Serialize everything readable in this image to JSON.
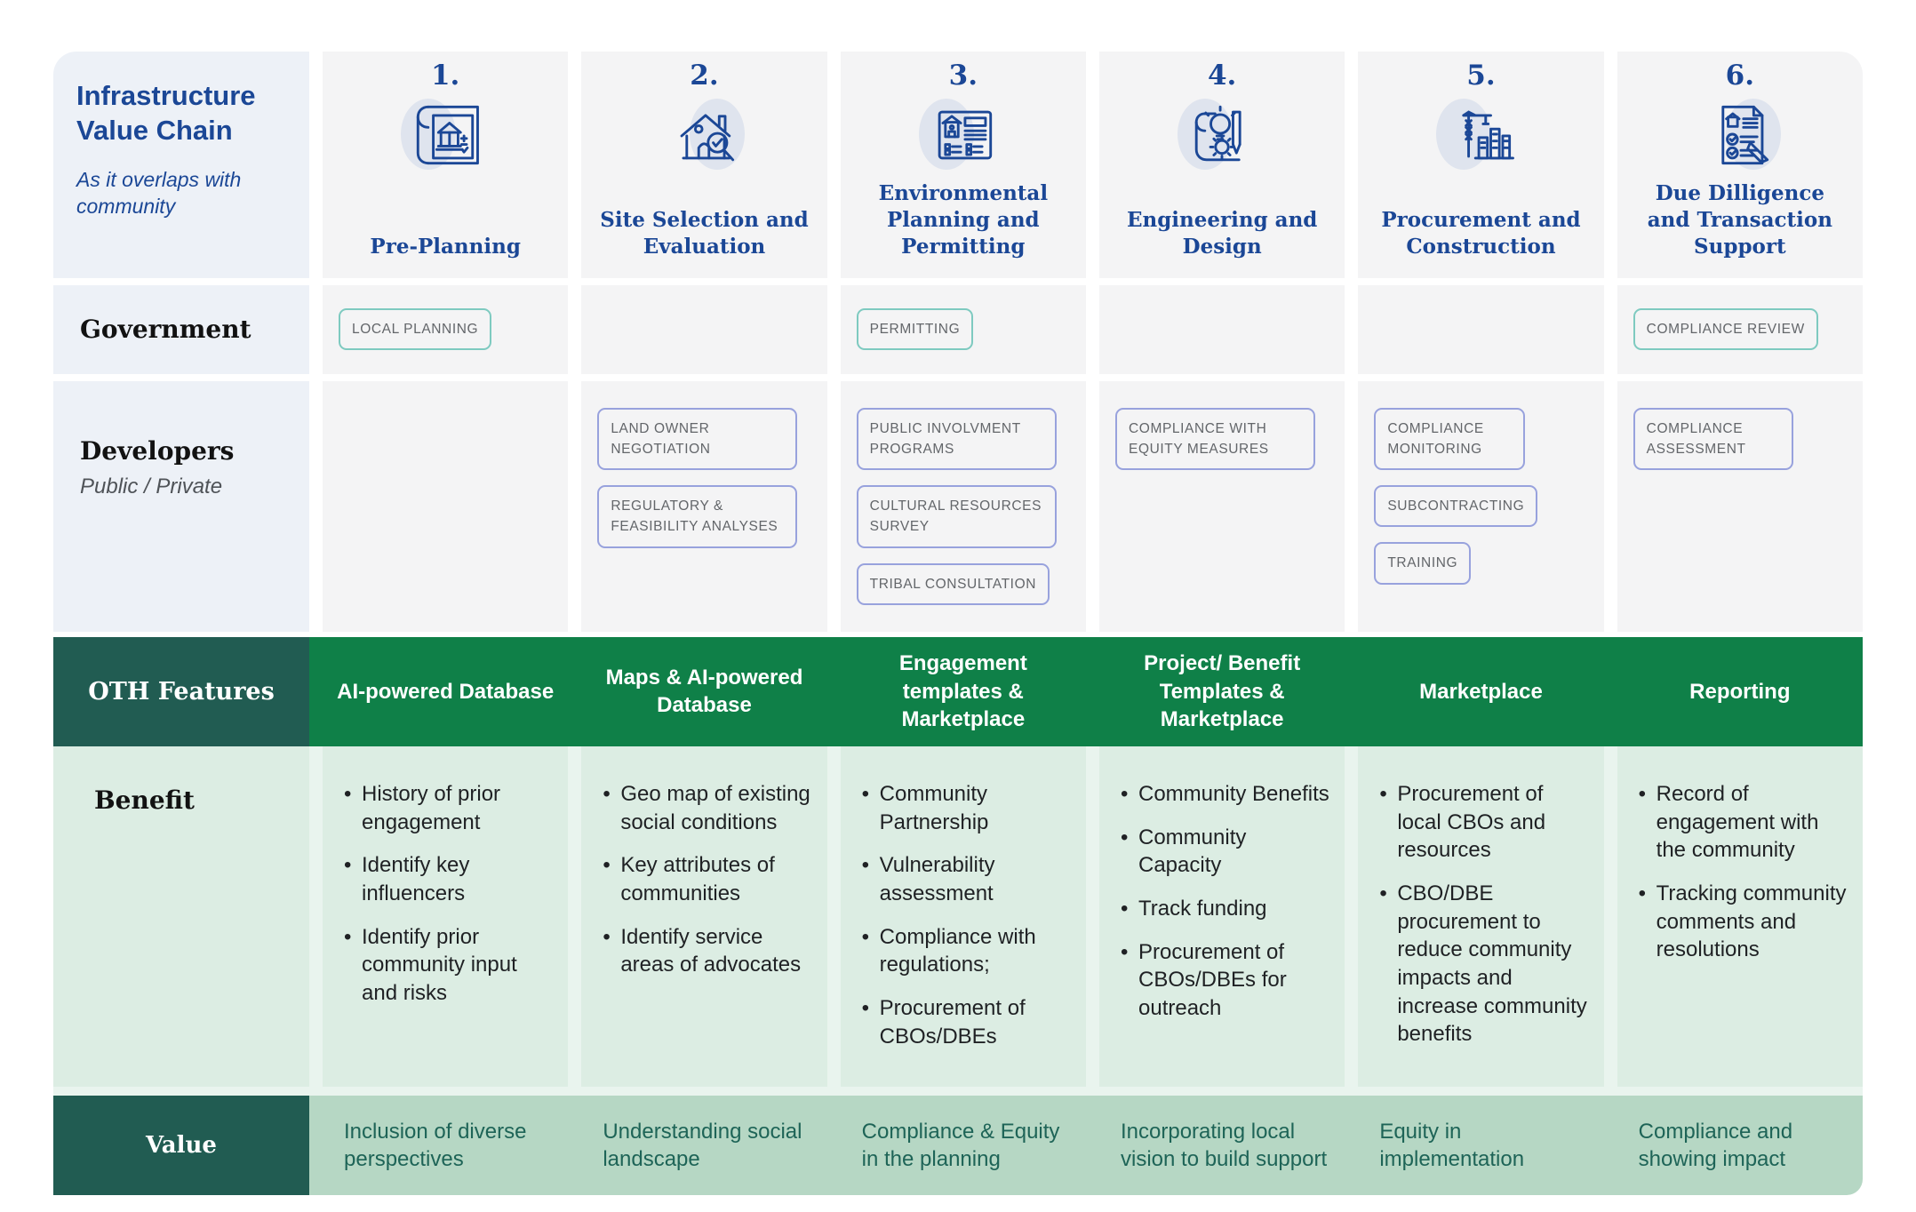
{
  "header": {
    "title": "Infrastructure Value Chain",
    "subtitle": "As it overlaps with community",
    "phases": [
      {
        "number": "1.",
        "label": "Pre-Planning"
      },
      {
        "number": "2.",
        "label": "Site Selection and Evaluation"
      },
      {
        "number": "3.",
        "label": "Environmental Planning and Permitting"
      },
      {
        "number": "4.",
        "label": "Engineering and Design"
      },
      {
        "number": "5.",
        "label": "Procurement and Construction"
      },
      {
        "number": "6.",
        "label": "Due Dilligence and Transaction Support"
      }
    ]
  },
  "rows": {
    "government": {
      "label": "Government",
      "tags": [
        [
          "LOCAL PLANNING"
        ],
        [],
        [
          "PERMITTING"
        ],
        [],
        [],
        [
          "COMPLIANCE REVIEW"
        ]
      ]
    },
    "developers": {
      "label": "Developers",
      "sublabel": "Public / Private",
      "tags": [
        [],
        [
          "LAND OWNER NEGOTIATION",
          "REGULATORY & FEASIBILITY ANALYSES"
        ],
        [
          "PUBLIC INVOLVMENT PROGRAMS",
          "CULTURAL RESOURCES SURVEY",
          "TRIBAL CONSULTATION"
        ],
        [
          "COMPLIANCE WITH EQUITY MEASURES"
        ],
        [
          "COMPLIANCE MONITORING",
          "SUBCONTRACTING",
          "TRAINING"
        ],
        [
          "COMPLIANCE ASSESSMENT"
        ]
      ]
    },
    "features": {
      "label": "OTH Features",
      "items": [
        "AI-powered Database",
        "Maps & AI-powered Database",
        "Engagement templates & Marketplace",
        "Project/ Benefit Templates & Marketplace",
        "Marketplace",
        "Reporting"
      ]
    },
    "benefit": {
      "label": "Benefit",
      "items": [
        [
          "History of prior engagement",
          "Identify key influencers",
          "Identify prior community input and risks"
        ],
        [
          "Geo map of existing social conditions",
          "Key attributes of communities",
          "Identify service areas of advocates"
        ],
        [
          "Community Partnership",
          "Vulnerability assessment",
          "Compliance with regulations;",
          "Procurement of CBOs/DBEs"
        ],
        [
          "Community Benefits",
          "Community Capacity",
          "Track funding",
          "Procurement of CBOs/DBEs for outreach"
        ],
        [
          "Procurement of local CBOs and resources",
          "CBO/DBE procurement to reduce community impacts and increase community benefits"
        ],
        [
          "Record of engagement with the community",
          "Tracking community comments and resolutions"
        ]
      ]
    },
    "value": {
      "label": "Value",
      "items": [
        "Inclusion of diverse perspectives",
        "Understanding social landscape",
        "Compliance & Equity in the planning",
        "Incorporating local vision to build support",
        "Equity in implementation",
        "Compliance and showing impact"
      ]
    }
  },
  "icons": [
    "blueprint-building-icon",
    "house-magnifier-icon",
    "document-checklist-icon",
    "bulb-pencil-gear-icon",
    "crane-buildings-icon",
    "document-approval-icon"
  ],
  "colors": {
    "dark_blue": "#1b4796",
    "green": "#0f8048",
    "dark_teal": "#215c52",
    "label_bg": "#edf1f7",
    "cell_bg": "#f4f4f5",
    "benefit_bg": "#dcede3",
    "benefit_gap": "#e9f4ee",
    "value_bg": "#b6d7c4",
    "value_text": "#1e6457",
    "chip_teal": "#7ecac0",
    "chip_purple": "#98a2dd"
  }
}
